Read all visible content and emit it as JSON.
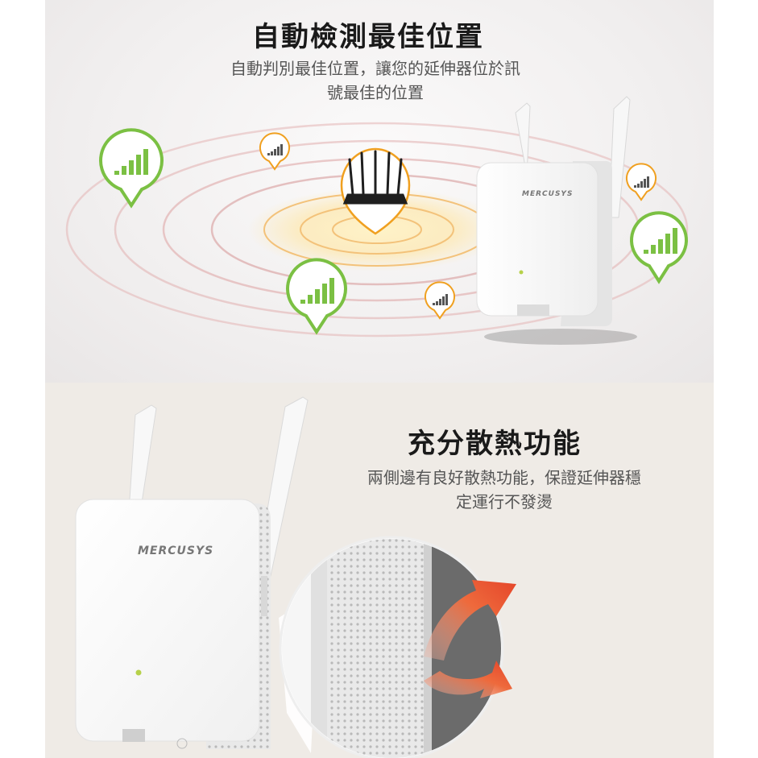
{
  "section1": {
    "title": "自動檢測最佳位置",
    "description_line1": "自動判別最佳位置，讓您的延伸器位於訊",
    "description_line2": "號最佳的位置"
  },
  "section2": {
    "title": "充分散熱功能",
    "description_line1": "兩側邊有良好散熱功能，保證延伸器穩",
    "description_line2": "定運行不發燙"
  },
  "product": {
    "brand": "MERCUSYS"
  },
  "colors": {
    "signal_green": "#7bc043",
    "signal_orange": "#f0a020",
    "ring": "#d9a3a3",
    "heat_arrow": "#e5452a"
  }
}
